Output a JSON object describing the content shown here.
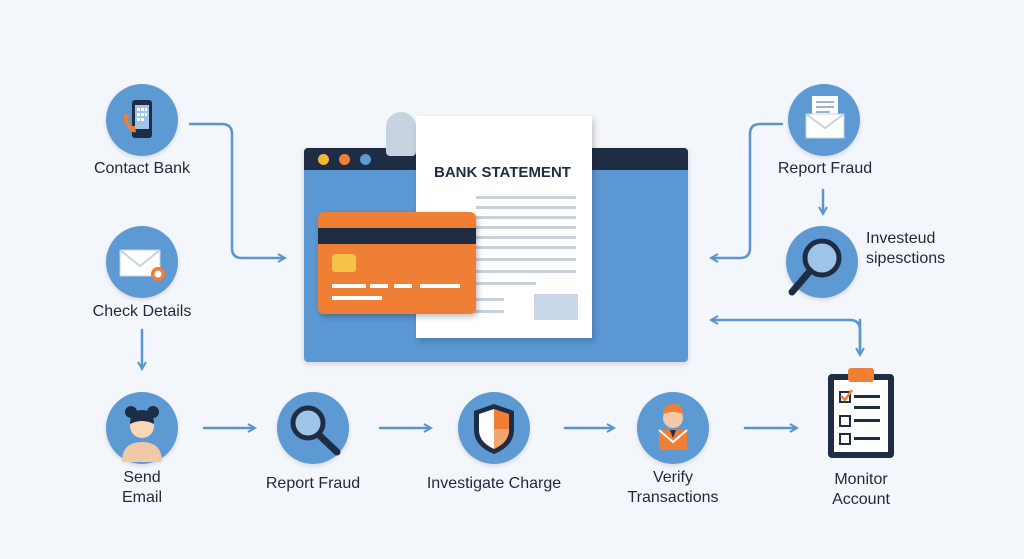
{
  "diagram": {
    "center": {
      "statement_title": "BANK STATEMENT"
    },
    "nodes": {
      "contact_bank": "Contact Bank",
      "check_details": "Check Details",
      "report_fraud_top": "Report Fraud",
      "investigate_suspicions_line1": "Investeud",
      "investigate_suspicions_line2": "sipesctions",
      "send_email_line1": "Send",
      "send_email_line2": "Email",
      "report_fraud_bottom": "Report Fraud",
      "investigate_charge": "Investigate Charge",
      "verify_transactions_line1": "Verify",
      "verify_transactions_line2": "Transactions",
      "monitor_account_line1": "Monitor",
      "monitor_account_line2": "Account"
    },
    "icons": {
      "contact_bank": "phone-icon",
      "check_details": "envelope-icon",
      "report_fraud_top": "envelope-icon",
      "investigate_suspicions": "magnifier-icon",
      "send_email": "person-icon",
      "report_fraud_bottom": "magnifier-icon",
      "investigate_charge": "shield-icon",
      "verify_transactions": "person-icon",
      "monitor_account": "clipboard-icon"
    },
    "colors": {
      "primary_blue": "#5d9ad4",
      "dark_navy": "#1f2d44",
      "accent_orange": "#ef7f35",
      "arrow_blue": "#5b95cf"
    }
  }
}
